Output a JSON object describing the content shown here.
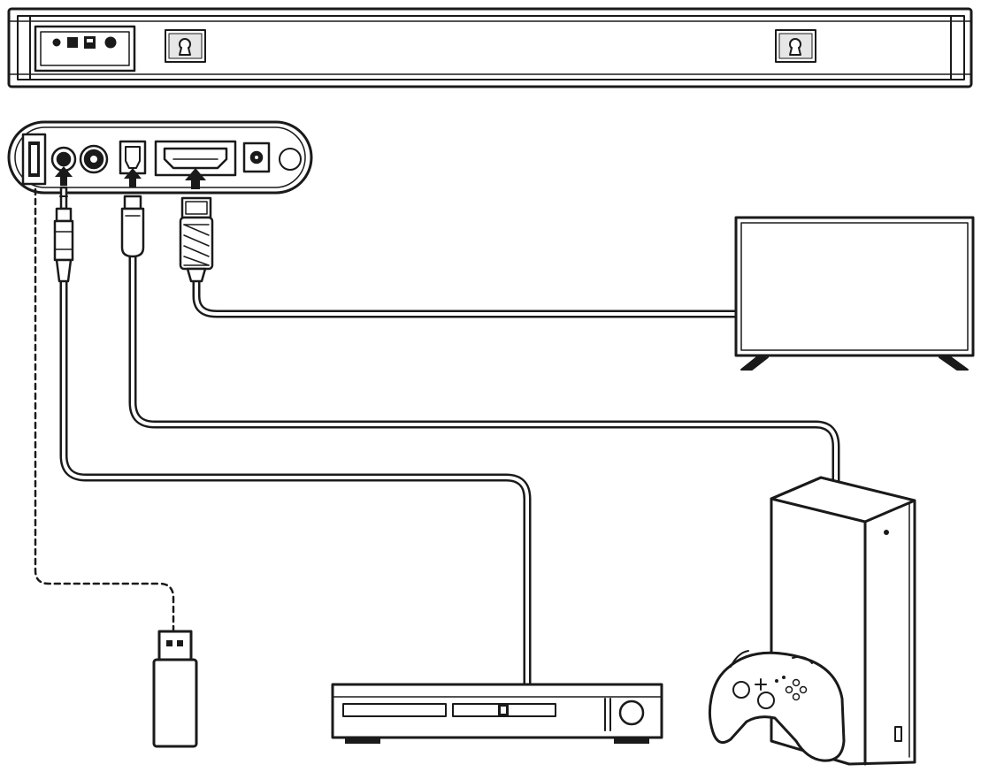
{
  "diagram": {
    "kind": "connection-diagram",
    "colors": {
      "stroke": "#1a1a1a",
      "fill": "#ffffff",
      "light": "#e6e6e6"
    },
    "nodes": [
      {
        "id": "soundbar",
        "icon": "soundbar"
      },
      {
        "id": "rear-panel",
        "icon": "input-panel"
      },
      {
        "id": "tv",
        "icon": "television"
      },
      {
        "id": "game-console",
        "icon": "game-console"
      },
      {
        "id": "controller",
        "icon": "gamepad"
      },
      {
        "id": "dvd-player",
        "icon": "disc-player"
      },
      {
        "id": "usb-drive",
        "icon": "usb-flash-drive"
      }
    ],
    "ports": [
      "usb",
      "aux",
      "dc-in",
      "optical",
      "hdmi-arc",
      "button"
    ],
    "connections": [
      {
        "from": "hdmi-arc",
        "to": "tv",
        "cable": "hdmi",
        "style": "solid"
      },
      {
        "from": "optical",
        "to": "game-console",
        "cable": "optical",
        "style": "solid"
      },
      {
        "from": "aux",
        "to": "dvd-player",
        "cable": "3.5mm-aux",
        "style": "solid"
      },
      {
        "from": "usb",
        "to": "usb-drive",
        "cable": "usb",
        "style": "dashed"
      }
    ]
  }
}
